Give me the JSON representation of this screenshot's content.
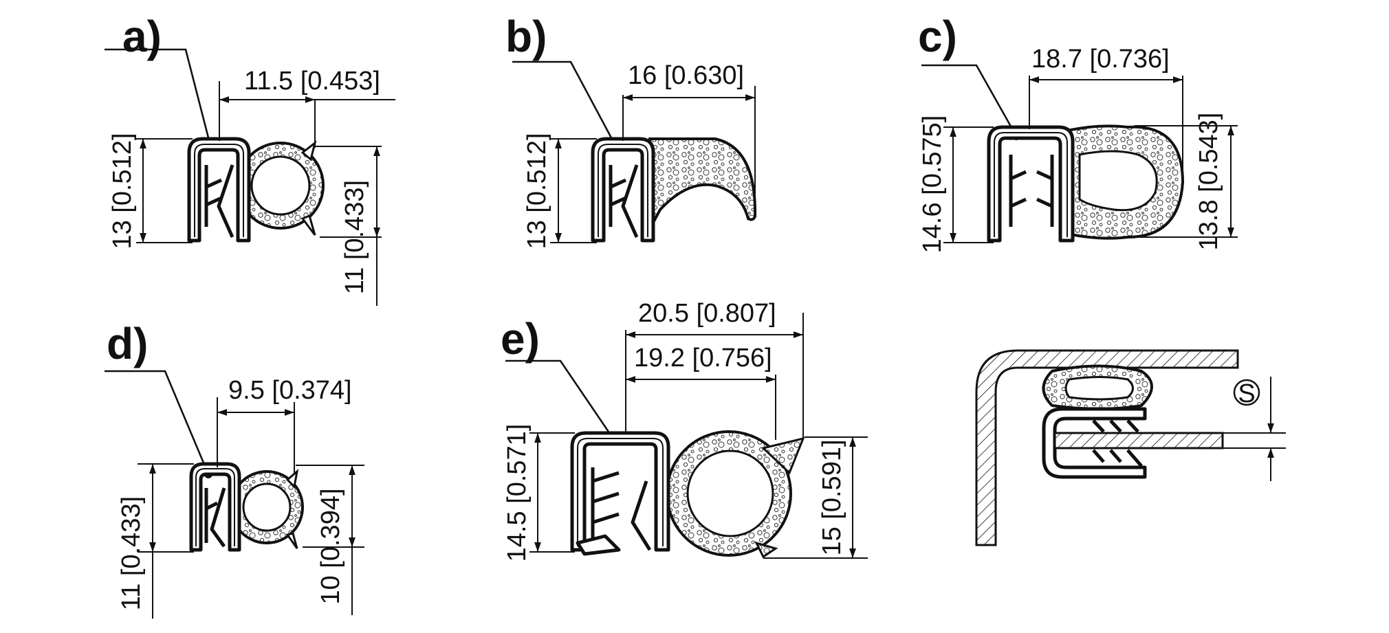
{
  "figure": {
    "profiles": [
      {
        "id": "a",
        "label": "a)",
        "dims": [
          "11.5 [0.453]",
          "13 [0.512]",
          "11 [0.433]"
        ]
      },
      {
        "id": "b",
        "label": "b)",
        "dims": [
          "16 [0.630]",
          "13 [0.512]"
        ]
      },
      {
        "id": "c",
        "label": "c)",
        "dims": [
          "18.7 [0.736]",
          "14.6 [0.575]",
          "13.8 [0.543]"
        ]
      },
      {
        "id": "d",
        "label": "d)",
        "dims": [
          "9.5 [0.374]",
          "11 [0.433]",
          "10 [0.394]"
        ]
      },
      {
        "id": "e",
        "label": "e)",
        "dims": [
          "20.5 [0.807]",
          "19.2 [0.756]",
          "14.5 [0.571]",
          "15 [0.591]"
        ]
      }
    ],
    "install_view": {
      "thickness_symbol": "S"
    }
  }
}
